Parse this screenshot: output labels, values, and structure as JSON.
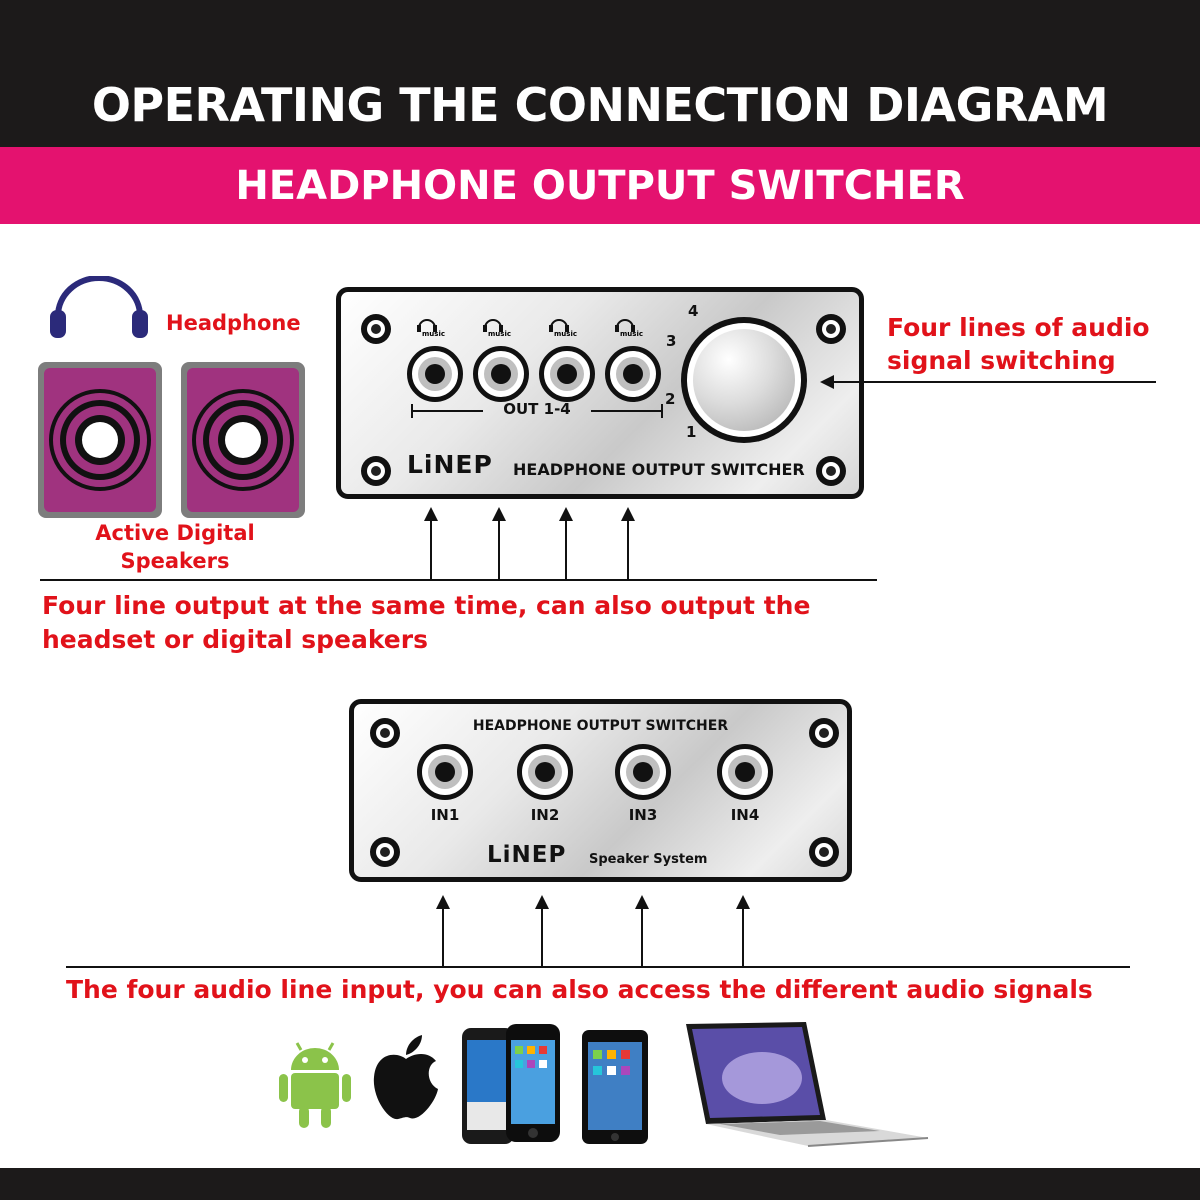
{
  "header": {
    "title": "OPERATING THE CONNECTION DIAGRAM",
    "subtitle": "HEADPHONE OUTPUT SWITCHER"
  },
  "left_devices": {
    "headphone_label": "Headphone",
    "speakers_label_line1": "Active Digital",
    "speakers_label_line2": "Speakers"
  },
  "top_switcher": {
    "jack_icon_text": [
      "music",
      "music",
      "music",
      "music"
    ],
    "out_label": "OUT 1-4",
    "knob_positions": [
      "4",
      "3",
      "2",
      "1"
    ],
    "brand": "LiNEP",
    "product_name": "HEADPHONE OUTPUT SWITCHER"
  },
  "annotations": {
    "switching_line1": "Four lines of audio",
    "switching_line2": "signal switching",
    "output_line1": "Four line output at the same time, can also output the",
    "output_line2": "headset or digital speakers",
    "input_text": "The four audio line input, you can also access the different audio signals"
  },
  "bottom_switcher": {
    "title": "HEADPHONE OUTPUT SWITCHER",
    "inputs": [
      "IN1",
      "IN2",
      "IN3",
      "IN4"
    ],
    "brand": "LiNEP",
    "system_label": "Speaker System"
  },
  "sources": {
    "icons": [
      "android-icon",
      "apple-icon",
      "smartphone-icon",
      "tablet-icon",
      "laptop-icon"
    ]
  },
  "colors": {
    "accent_pink": "#e4126f",
    "annotation_red": "#e1121a",
    "band_black": "#1c1a1a",
    "speaker_purple": "#a0337f",
    "headphone_navy": "#2b2a7a"
  }
}
